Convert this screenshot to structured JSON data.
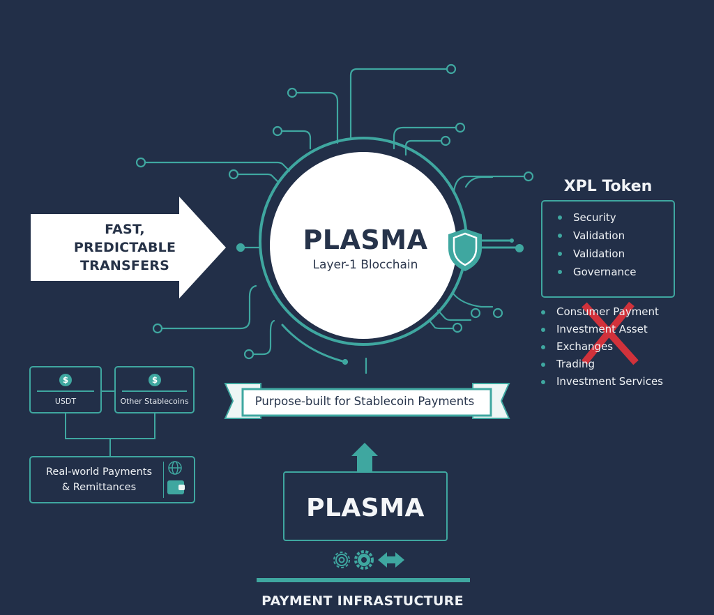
{
  "colors": {
    "background": "#222f48",
    "accent_teal": "#3fa7a0",
    "white": "#ffffff",
    "dark_text": "#26334a",
    "cross_red": "#e0333a"
  },
  "transfer_arrow": {
    "lines": [
      "FAST,",
      "PREDICTABLE",
      "TRANSFERS"
    ]
  },
  "core": {
    "title": "PLASMA",
    "subtitle": "Layer-1 Blocchain",
    "shield_icon": "shield-icon"
  },
  "xpl_token": {
    "title": "XPL Token",
    "items": [
      "Security",
      "Validation",
      "Validation",
      "Governance"
    ]
  },
  "use_cases": {
    "items": [
      "Consumer Payment",
      "Investment Asset",
      "Exchanges",
      "Trading",
      "Investment Services"
    ],
    "crossed_out_icon": "red-x-icon"
  },
  "stablecoins": {
    "items": [
      {
        "label": "USDT",
        "icon": "dollar-coin-icon"
      },
      {
        "label": "Other Stablecoins",
        "icon": "dollar-coin-icon"
      }
    ]
  },
  "real_world": {
    "lines": [
      "Real-world Payments",
      "& Remittances"
    ],
    "icons": [
      "globe-icon",
      "wallet-icon"
    ]
  },
  "banner": {
    "text": "Purpose-built for Stablecoin Payments"
  },
  "infrastructure": {
    "title": "PLASMA",
    "icons": [
      "gear-outline-icon",
      "gear-filled-icon",
      "double-arrow-icon"
    ],
    "label": "PAYMENT INFRASTUCTURE"
  }
}
